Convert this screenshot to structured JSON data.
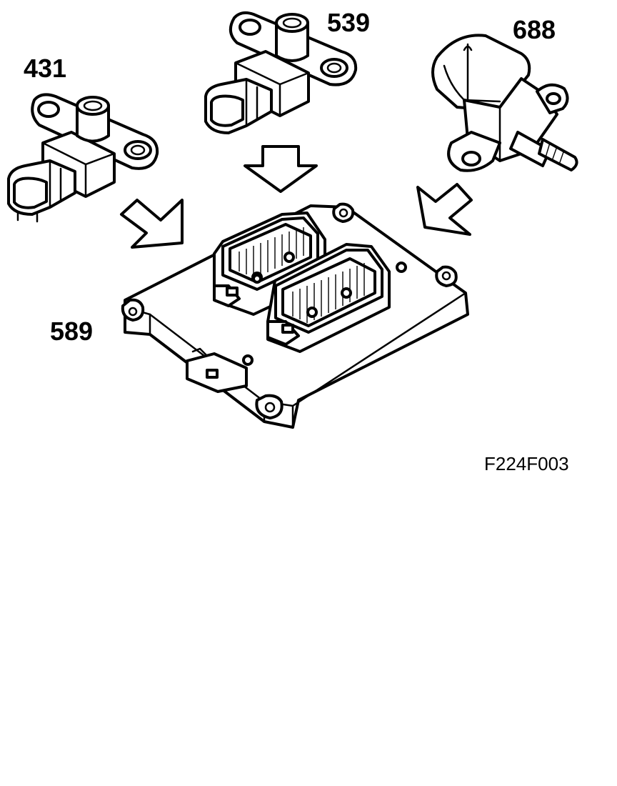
{
  "labels": {
    "sensor_431": "431",
    "sensor_539": "539",
    "sensor_688": "688",
    "control_module_589": "589"
  },
  "figure_id": "F224F003",
  "colors": {
    "line": "#000000",
    "background": "#ffffff"
  }
}
